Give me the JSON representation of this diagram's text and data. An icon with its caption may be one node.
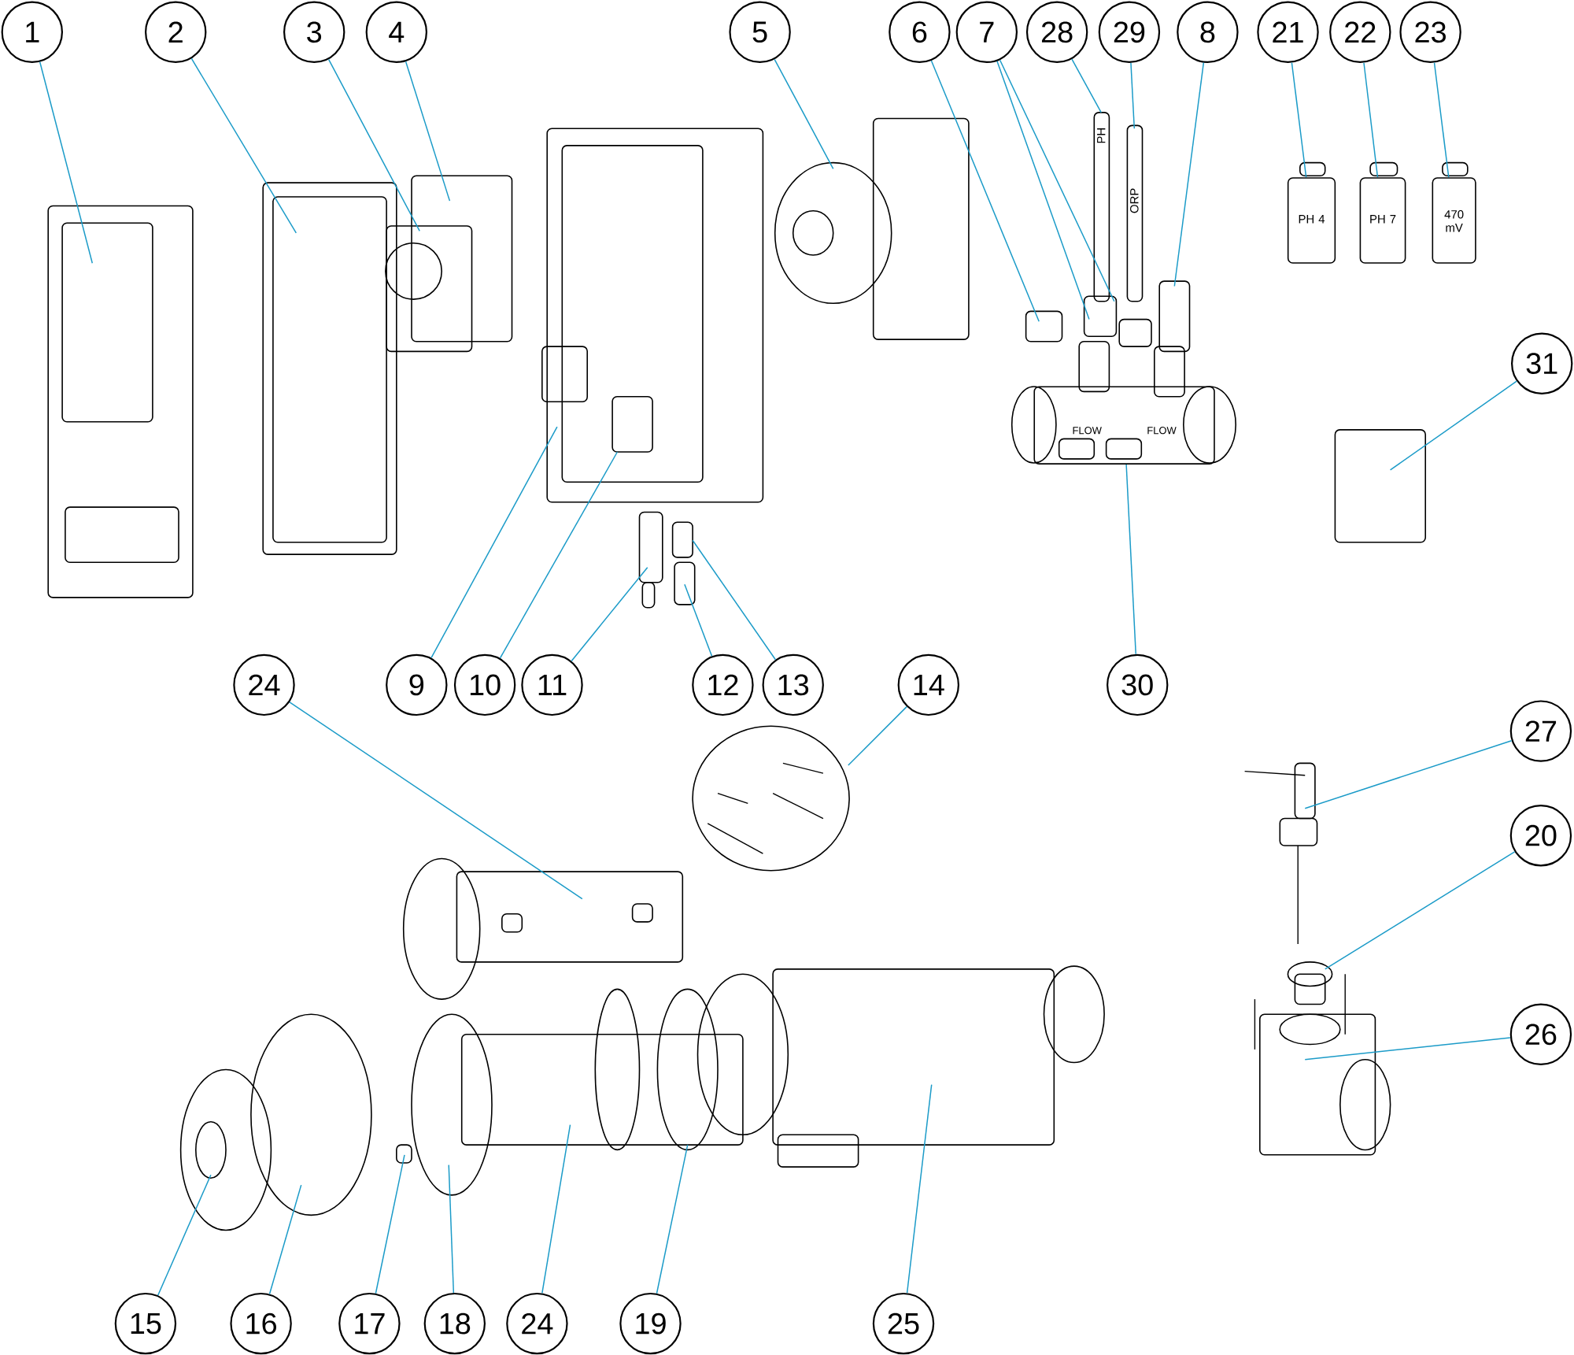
{
  "diagram": {
    "nodes": [
      {
        "text": [
          "1"
        ]
      },
      {
        "text": [
          "2"
        ]
      },
      {
        "text": [
          "3"
        ]
      },
      {
        "text": [
          "4"
        ]
      },
      {
        "text": [
          "5"
        ]
      },
      {
        "text": [
          "6"
        ]
      },
      {
        "text": [
          "7"
        ]
      },
      {
        "text": [
          "28"
        ]
      },
      {
        "text": [
          "29"
        ]
      },
      {
        "text": [
          "8"
        ]
      },
      {
        "text": [
          "21"
        ]
      },
      {
        "text": [
          "22"
        ]
      },
      {
        "text": [
          "23"
        ]
      },
      {
        "text": [
          "31"
        ]
      },
      {
        "text": [
          "24"
        ]
      },
      {
        "text": [
          "9"
        ]
      },
      {
        "text": [
          "10"
        ]
      },
      {
        "text": [
          "11"
        ]
      },
      {
        "text": [
          "12"
        ]
      },
      {
        "text": [
          "13"
        ]
      },
      {
        "text": [
          "14"
        ]
      },
      {
        "text": [
          "30"
        ]
      },
      {
        "text": [
          "27"
        ]
      },
      {
        "text": [
          "20"
        ]
      },
      {
        "text": [
          "26"
        ]
      },
      {
        "text": [
          "15"
        ]
      },
      {
        "text": [
          "16"
        ]
      },
      {
        "text": [
          "17"
        ]
      },
      {
        "text": [
          "18"
        ]
      },
      {
        "text": [
          "24"
        ]
      },
      {
        "text": [
          "19"
        ]
      },
      {
        "text": [
          "25"
        ]
      },
      {
        "text": [
          "PH 4"
        ]
      },
      {
        "text": [
          "PH 7"
        ]
      },
      {
        "text": [
          "470 mV"
        ]
      },
      {
        "text": [
          "FLOW",
          "FLOW"
        ]
      }
    ],
    "edges": [
      {
        "from": 0,
        "to": null,
        "arrow": "none"
      },
      {
        "from": 1,
        "to": null,
        "arrow": "none"
      },
      {
        "from": 2,
        "to": null,
        "arrow": "none"
      },
      {
        "from": 3,
        "to": null,
        "arrow": "none"
      },
      {
        "from": 4,
        "to": null,
        "arrow": "none"
      },
      {
        "from": 5,
        "to": null,
        "arrow": "none"
      },
      {
        "from": 6,
        "to": null,
        "arrow": "none"
      },
      {
        "from": 6,
        "to": null,
        "arrow": "none"
      },
      {
        "from": 7,
        "to": null,
        "arrow": "none"
      },
      {
        "from": 8,
        "to": null,
        "arrow": "none"
      },
      {
        "from": 9,
        "to": null,
        "arrow": "none"
      },
      {
        "from": 10,
        "to": 32,
        "arrow": "none"
      },
      {
        "from": 11,
        "to": 33,
        "arrow": "none"
      },
      {
        "from": 12,
        "to": 34,
        "arrow": "none"
      },
      {
        "from": 13,
        "to": null,
        "arrow": "none"
      },
      {
        "from": 14,
        "to": null,
        "arrow": "none"
      },
      {
        "from": 15,
        "to": null,
        "arrow": "none"
      },
      {
        "from": 16,
        "to": null,
        "arrow": "none"
      },
      {
        "from": 17,
        "to": null,
        "arrow": "none"
      },
      {
        "from": 18,
        "to": null,
        "arrow": "none"
      },
      {
        "from": 19,
        "to": null,
        "arrow": "none"
      },
      {
        "from": 20,
        "to": null,
        "arrow": "none"
      },
      {
        "from": 21,
        "to": 35,
        "arrow": "none"
      },
      {
        "from": 22,
        "to": null,
        "arrow": "none"
      },
      {
        "from": 23,
        "to": null,
        "arrow": "none"
      },
      {
        "from": 24,
        "to": null,
        "arrow": "none"
      },
      {
        "from": 25,
        "to": null,
        "arrow": "none"
      },
      {
        "from": 26,
        "to": null,
        "arrow": "none"
      },
      {
        "from": 27,
        "to": null,
        "arrow": "none"
      },
      {
        "from": 28,
        "to": null,
        "arrow": "none"
      },
      {
        "from": 29,
        "to": null,
        "arrow": "none"
      },
      {
        "from": 30,
        "to": null,
        "arrow": "none"
      },
      {
        "from": 31,
        "to": null,
        "arrow": "none"
      }
    ],
    "labels": [
      "PH",
      "ORP"
    ]
  }
}
